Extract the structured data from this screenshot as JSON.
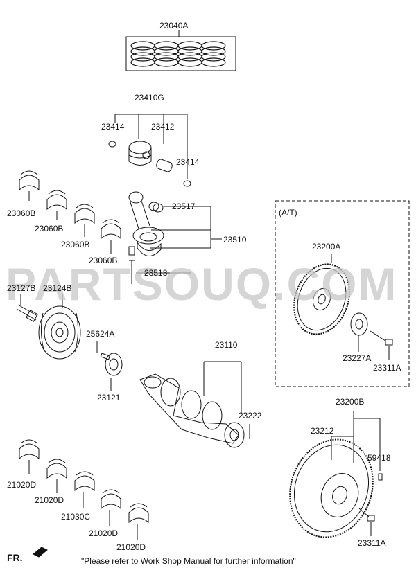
{
  "watermark": "PARTSOUQ.COM",
  "footer_note": "\"Please refer to Work Shop Manual for further information\"",
  "direction_label": "FR.",
  "at_box_label": "(A/T)",
  "part_labels": {
    "p23040A": "23040A",
    "p23410G": "23410G",
    "p23414a": "23414",
    "p23412": "23412",
    "p23414b": "23414",
    "p23060B_1": "23060B",
    "p23060B_2": "23060B",
    "p23060B_3": "23060B",
    "p23060B_4": "23060B",
    "p23517": "23517",
    "p23510": "23510",
    "p23513": "23513",
    "p23127B": "23127B",
    "p23124B": "23124B",
    "p25624A": "25624A",
    "p23121": "23121",
    "p23110": "23110",
    "p23222": "23222",
    "p23200A": "23200A",
    "p23227A": "23227A",
    "p23311A_1": "23311A",
    "p23200B": "23200B",
    "p23212": "23212",
    "p59418": "59418",
    "p23311A_2": "23311A",
    "p21020D_1": "21020D",
    "p21020D_2": "21020D",
    "p21030C": "21030C",
    "p21020D_3": "21020D",
    "p21020D_4": "21020D"
  }
}
